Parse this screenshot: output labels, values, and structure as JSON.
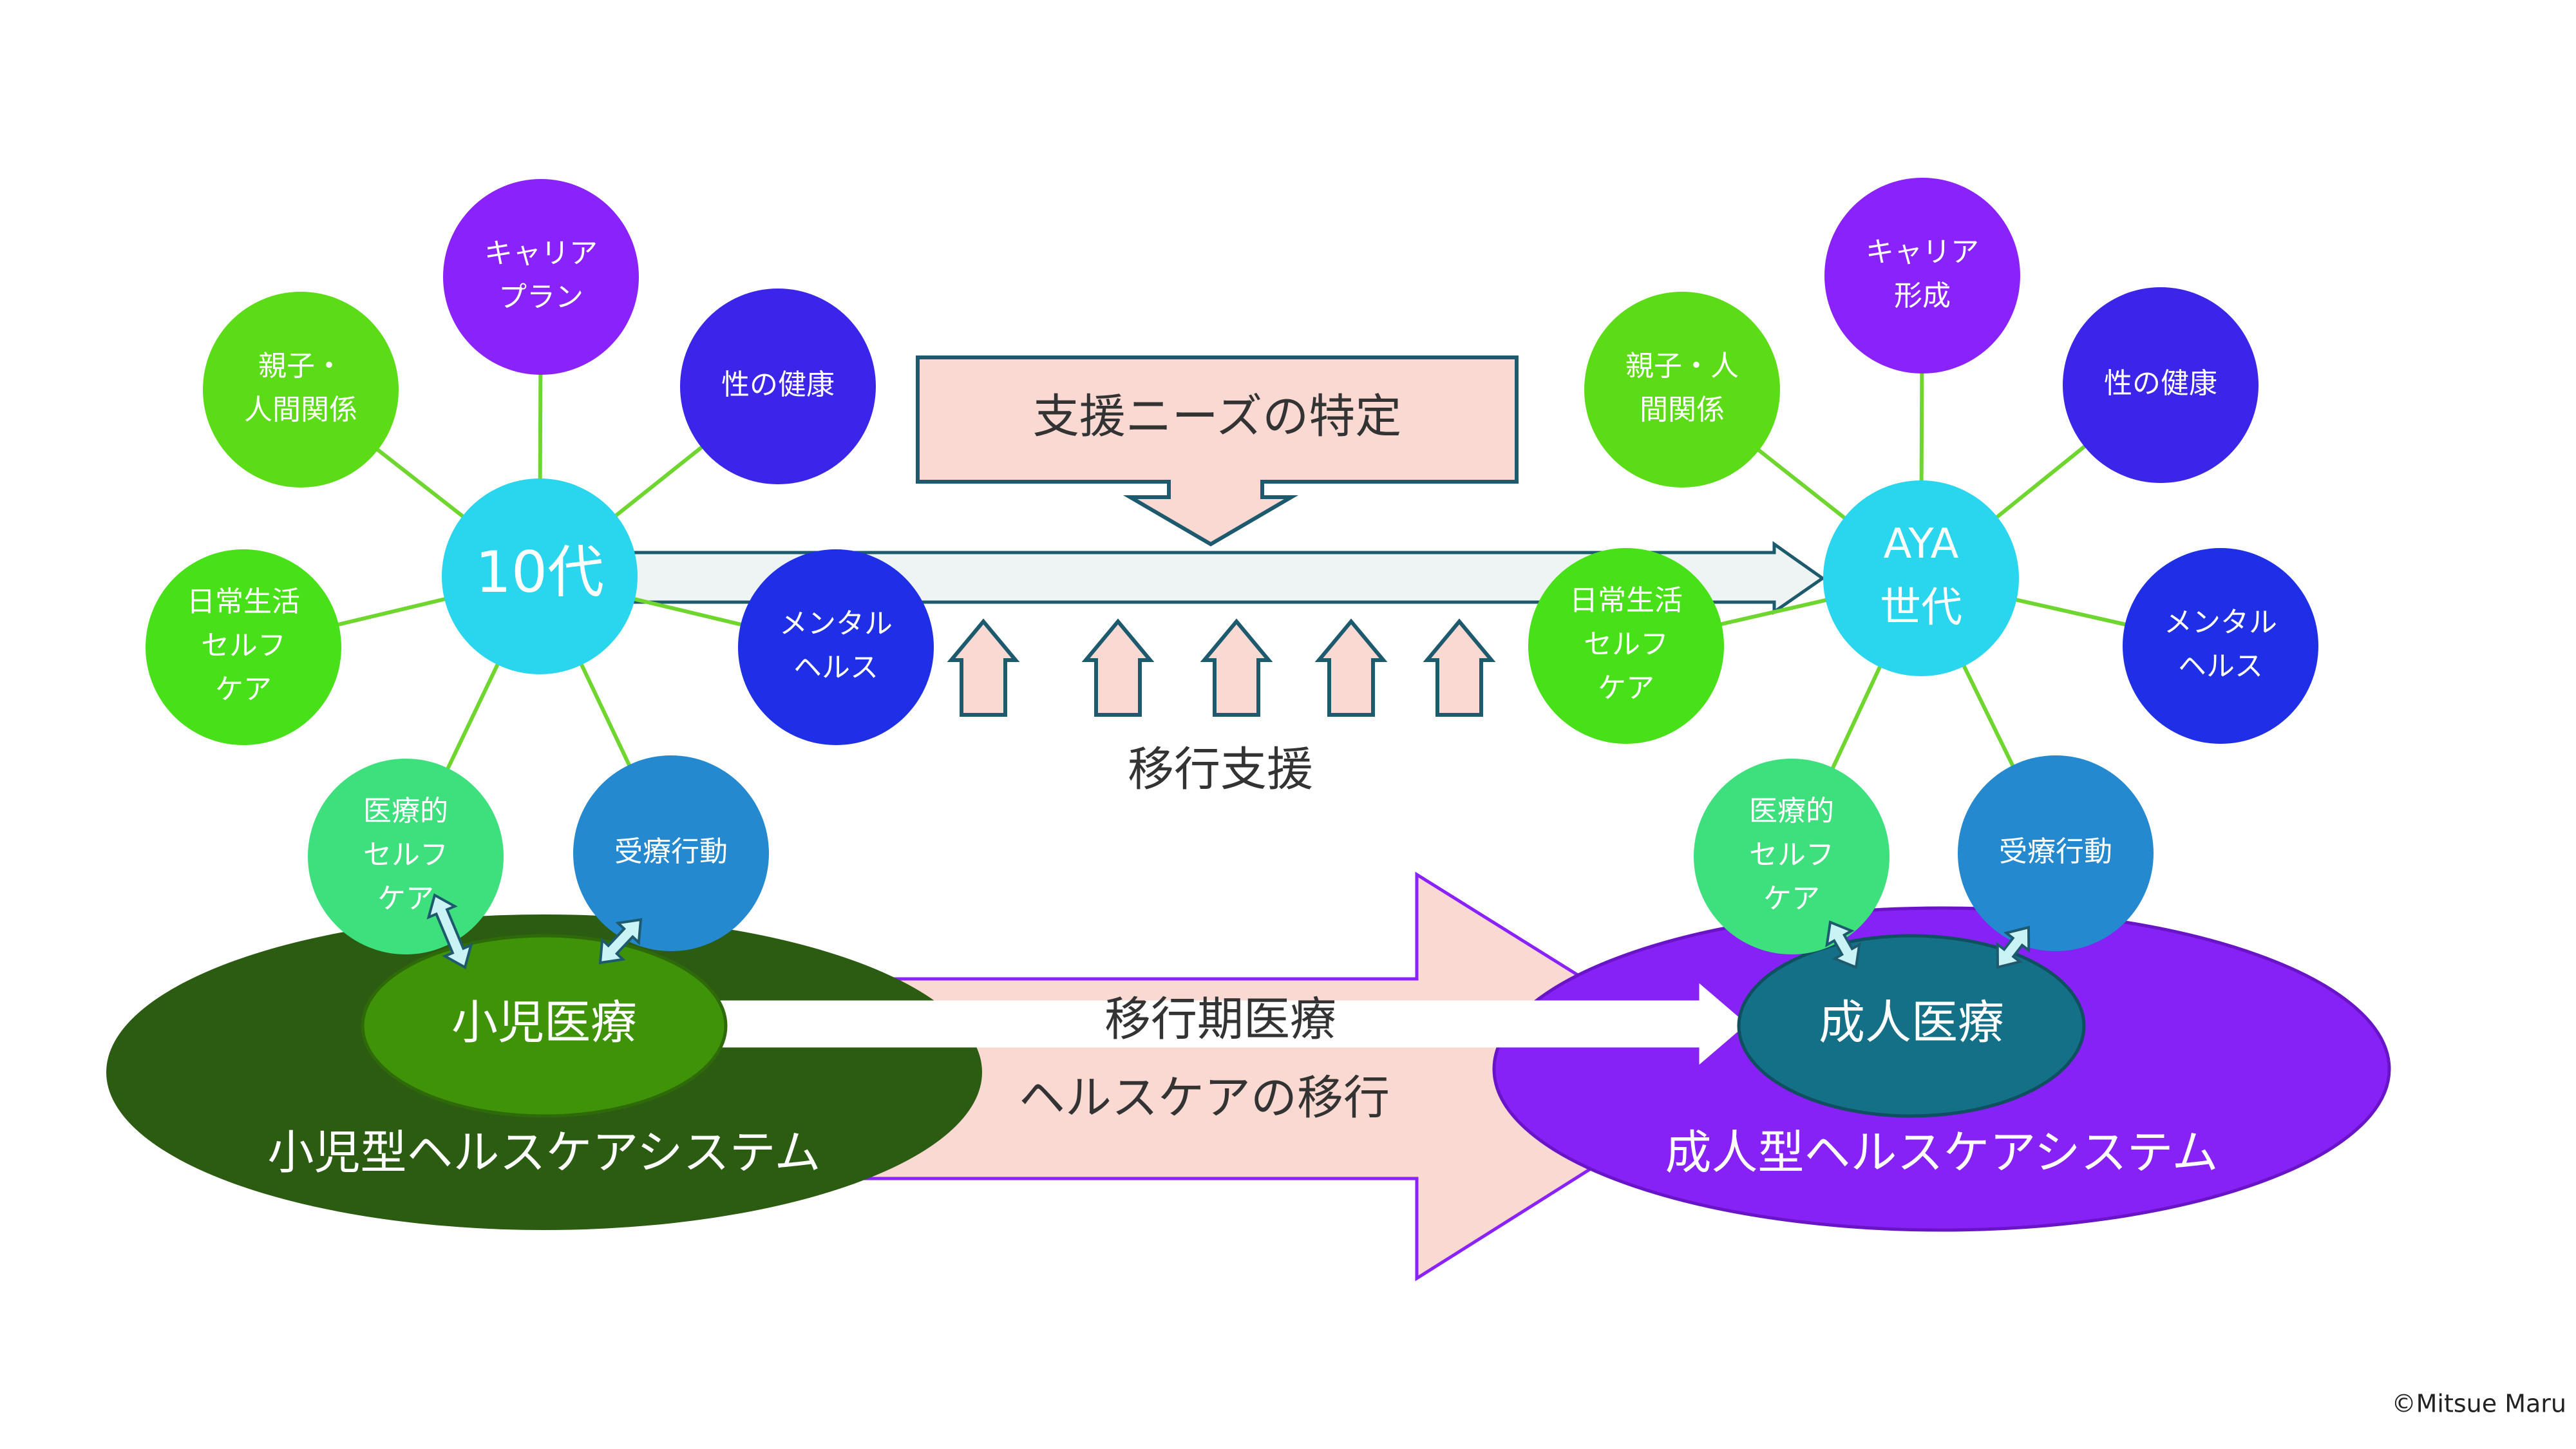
{
  "pediatric": {
    "hub": "10代",
    "satellites": {
      "career": [
        "キャリア",
        "プラン"
      ],
      "relationships": [
        "親子・",
        "人間関係"
      ],
      "sexual_health": [
        "性の健康"
      ],
      "daily_selfcare": [
        "日常生活",
        "セルフ",
        "ケア"
      ],
      "mental_health": [
        "メンタル",
        "ヘルス"
      ],
      "medical_selfcare": [
        "医療的",
        "セルフ",
        "ケア"
      ],
      "care_behavior": [
        "受療行動"
      ]
    },
    "care": "小児医療",
    "system": "小児型ヘルスケアシステム"
  },
  "adult": {
    "hub": [
      "AYA",
      "世代"
    ],
    "satellites": {
      "career": [
        "キャリア",
        "形成"
      ],
      "relationships": [
        "親子・人",
        "間関係"
      ],
      "sexual_health": [
        "性の健康"
      ],
      "daily_selfcare": [
        "日常生活",
        "セルフ",
        "ケア"
      ],
      "mental_health": [
        "メンタル",
        "ヘルス"
      ],
      "medical_selfcare": [
        "医療的",
        "セルフ",
        "ケア"
      ],
      "care_behavior": [
        "受療行動"
      ]
    },
    "care": "成人医療",
    "system": "成人型ヘルスケアシステム"
  },
  "needs_box": "支援ニーズの特定",
  "transition_support": "移行支援",
  "transition_medical": "移行期医療",
  "healthcare_transition": "ヘルスケアの移行",
  "copyright": "©Mitsue Maru",
  "colors": {
    "hub": "#2ad5ee",
    "career": "#8a22fb",
    "relationships": "#5bdc17",
    "sexual_health": "#3b25e8",
    "daily_selfcare": "#48e018",
    "mental_health": "#1e2fe6",
    "medical_selfcare": "#3ee07d",
    "care_behavior": "#2489cf",
    "ped_system": "#2b5c12",
    "ped_care": "#3f9308",
    "adult_system": "#8622f5",
    "adult_care": "#147087",
    "transition_arrow": "#f9d9d2",
    "line": "#6ed62e"
  }
}
